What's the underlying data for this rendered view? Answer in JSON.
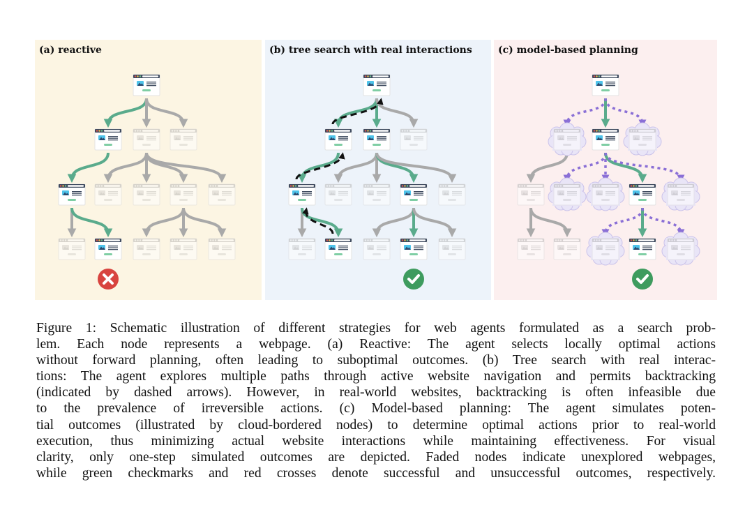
{
  "panels": [
    {
      "title": "(a) reactive",
      "nodes": [
        "active",
        "active",
        "faded",
        "faded",
        "active",
        "faded",
        "faded",
        "faded",
        "faded",
        "faded",
        "active",
        "faded",
        "faded",
        "faded"
      ],
      "edges": [
        [
          0,
          1,
          "green"
        ],
        [
          0,
          2,
          "gray"
        ],
        [
          0,
          3,
          "gray"
        ],
        [
          1,
          4,
          "green"
        ],
        [
          2,
          5,
          "gray"
        ],
        [
          2,
          6,
          "gray"
        ],
        [
          2,
          7,
          "gray"
        ],
        [
          2,
          8,
          "gray"
        ],
        [
          4,
          9,
          "gray"
        ],
        [
          4,
          10,
          "green"
        ],
        [
          7,
          11,
          "gray"
        ],
        [
          7,
          12,
          "gray"
        ],
        [
          7,
          13,
          "gray"
        ]
      ],
      "outcome": {
        "type": "failure",
        "under_node": 10
      }
    },
    {
      "title": "(b) tree search with real interactions",
      "nodes": [
        "active",
        "active",
        "active",
        "faded",
        "active",
        "faded",
        "faded",
        "active",
        "faded",
        "faded",
        "active",
        "faded",
        "active",
        "faded"
      ],
      "edges": [
        [
          0,
          1,
          "green"
        ],
        [
          0,
          2,
          "green"
        ],
        [
          0,
          3,
          "gray"
        ],
        [
          1,
          4,
          "green"
        ],
        [
          2,
          5,
          "gray"
        ],
        [
          2,
          6,
          "gray"
        ],
        [
          2,
          7,
          "green"
        ],
        [
          2,
          8,
          "gray"
        ],
        [
          4,
          9,
          "gray"
        ],
        [
          4,
          10,
          "green"
        ],
        [
          7,
          11,
          "gray"
        ],
        [
          7,
          12,
          "green"
        ],
        [
          7,
          13,
          "gray"
        ],
        [
          10,
          4,
          "backtrack"
        ],
        [
          4,
          1,
          "backtrack"
        ],
        [
          1,
          0,
          "backtrack"
        ]
      ],
      "outcome": {
        "type": "success",
        "under_node": 12
      }
    },
    {
      "title": "(c) model-based planning",
      "nodes": [
        "active",
        "cloud",
        "active",
        "cloud",
        "faded",
        "cloud",
        "cloud",
        "active",
        "cloud",
        "faded",
        "faded",
        "cloud",
        "active",
        "cloud"
      ],
      "edges": [
        [
          0,
          1,
          "simulated"
        ],
        [
          0,
          2,
          "green"
        ],
        [
          0,
          3,
          "simulated"
        ],
        [
          1,
          4,
          "gray"
        ],
        [
          2,
          5,
          "simulated"
        ],
        [
          2,
          6,
          "simulated"
        ],
        [
          2,
          7,
          "green"
        ],
        [
          2,
          8,
          "simulated"
        ],
        [
          4,
          9,
          "gray"
        ],
        [
          4,
          10,
          "gray"
        ],
        [
          7,
          11,
          "simulated"
        ],
        [
          7,
          12,
          "green"
        ],
        [
          7,
          13,
          "simulated"
        ]
      ],
      "outcome": {
        "type": "success",
        "under_node": 12
      }
    }
  ],
  "colors": {
    "green": "#5aab8c",
    "gray": "#a9a9a9",
    "simulated": "#8a6fd6",
    "backtrack": "#111111",
    "success": "#3e9b5e",
    "failure": "#d8443f"
  },
  "caption": {
    "lines": [
      "Figure 1: Schematic illustration of different strategies for web agents formulated as a search prob-",
      "lem.  Each node represents a webpage.  (a) Reactive:  The agent selects locally optimal actions",
      "without forward planning, often leading to suboptimal outcomes. (b) Tree search with real interac-",
      "tions: The agent explores multiple paths through active website navigation and permits backtracking",
      "(indicated by dashed arrows). However, in real-world websites, backtracking is often infeasible due",
      "to the prevalence of irreversible actions.  (c) Model-based planning:  The agent simulates poten-",
      "tial outcomes (illustrated by cloud-bordered nodes) to determine optimal actions prior to real-world",
      "execution, thus minimizing actual website interactions while maintaining effectiveness.  For visual",
      "clarity, only one-step simulated outcomes are depicted. Faded nodes indicate unexplored webpages,",
      "while green checkmarks and red crosses denote successful and unsuccessful outcomes, respectively."
    ]
  }
}
